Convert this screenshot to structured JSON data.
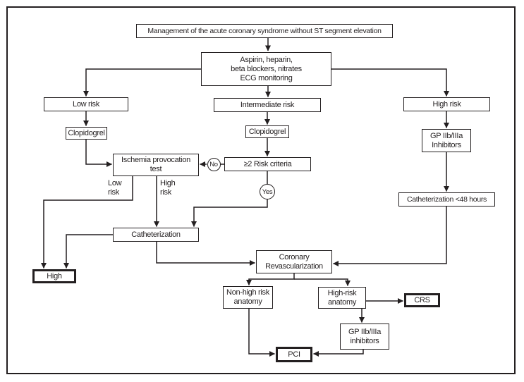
{
  "diagram": {
    "title": "Management of the acute coronary syndrome without ST segment elevation",
    "nodes": {
      "treatment": "Aspirin, heparin,\nbeta blockers, nitrates\nECG monitoring",
      "low_risk": "Low risk",
      "intermediate_risk": "Intermediate risk",
      "high_risk": "High risk",
      "clopidogrel_left": "Clopidogrel",
      "clopidogrel_middle": "Clopidogrel",
      "gp_inhibitors_right": "GP IIb/IIIa\nInhibitors",
      "ischemia_test": "Ischemia provocation\ntest",
      "risk_criteria": "≥2 Risk criteria",
      "catheterization_48h": "Catheterization <48 hours",
      "catheterization": "Catheterization",
      "high_outcome": "High",
      "coronary_revascularization": "Coronary\nRevascularization",
      "non_high_risk_anatomy": "Non-high risk\nanatomy",
      "high_risk_anatomy": "High-risk\nanatomy",
      "crs": "CRS",
      "gp_inhibitors_bottom": "GP IIb/IIIa\ninhibitors",
      "pci": "PCI"
    },
    "decisions": {
      "no": "No",
      "yes": "Yes"
    },
    "edge_labels": {
      "low_risk": "Low\nrisk",
      "high_risk": "High\nrisk"
    },
    "colors": {
      "ink": "#231f20",
      "background": "#ffffff"
    }
  }
}
